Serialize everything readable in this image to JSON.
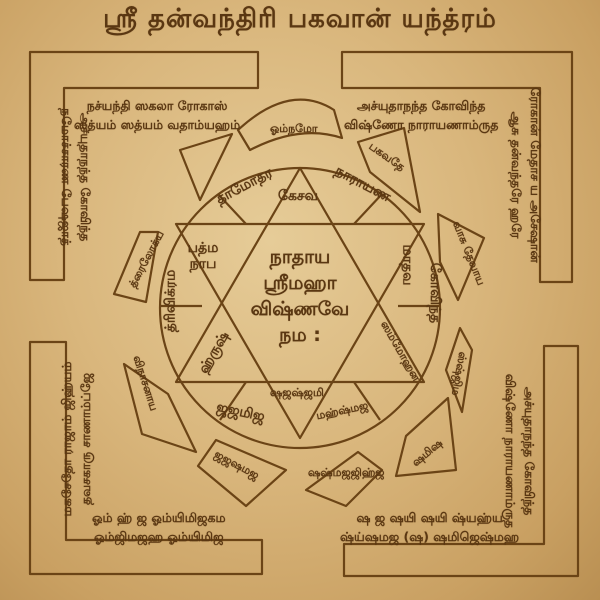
{
  "title": "ஸ்ரீ தன்வந்திரி பகவான் யந்த்ரம்",
  "top_left_block": [
    "நச்யந்தி ஸகலா ரோகாஸ்",
    "ஸத்யம் ஸத்யம் வதாம்யஹம்"
  ],
  "top_right_block": [
    "அச்யுதாநந்த கோவிந்த",
    "விஷ்ணோ நாராயணாம்ருத"
  ],
  "left_vertical_top": [
    "அச்யுதாநந்த கோவிந்த",
    "நமோச்சாரண பேஷஜாத்"
  ],
  "right_vertical_top": [
    "ரோகான் மேதாச ய அசேஷான்",
    "ஆசு தன்வந்தரே ஹரே"
  ],
  "left_vertical_bottom": [
    "மகசேதோ ராஜாம் ஜிஹ்யம்",
    "தவசகாரு சாணாம்ப்ஜே"
  ],
  "right_vertical_bottom": [
    "அச்யுதாநந்த கோவிந்த",
    "விஷ்ணோ நாராயணாம்ருத"
  ],
  "bottom_left_block": [
    "ஓம் ஹ் ஜ ஓம்யிமிஜகம",
    "ஓம்ஜிமஜஹ ஓம்யிமிஜ"
  ],
  "bottom_right_block": [
    "ஷ ஜ ஷயி ஷயி ஷ்யஹ்ய",
    "ஷ்ய்ஷமஜ (ஷ) ஷமிஜெஷ்மஹ"
  ],
  "center_text": [
    "நாதாய",
    "ஸ்ரீமஹா",
    "விஷ்ணவே",
    "நம :"
  ],
  "star_points": {
    "top": "கேசவ",
    "upper_right": "மாதவ",
    "upper_left": "பத்ம நாப",
    "lower_left": "ஹ்ருஷ்",
    "lower_right": "ஸம்மோஹன",
    "bottom": "ஷஜஷ்ஜமி"
  },
  "ring_segments": {
    "top_left": "தாமோதர",
    "top_right": "நாராயண",
    "right": "கோவிந்த",
    "lower_right": "மஹ்ஷ்மஜ",
    "bottom_left": "ஜஜமிஜ",
    "left": "த்ரிவிக்ரம"
  },
  "petals": {
    "top": "ஓம்நமோ",
    "top_right": "பகவதே",
    "right_upper": "வாசு தேவாய",
    "right_lower": "ஸ்ஷ்ஜிம",
    "bottom_right": "ஷமிஷ",
    "bottom": "ஷஷ்மஜஜிஹ்ஜ",
    "bottom_left": "ஜஜஷமஜ",
    "left_lower": "விநாசனாய",
    "left_upper": "த்ரைலோக்ய"
  }
}
